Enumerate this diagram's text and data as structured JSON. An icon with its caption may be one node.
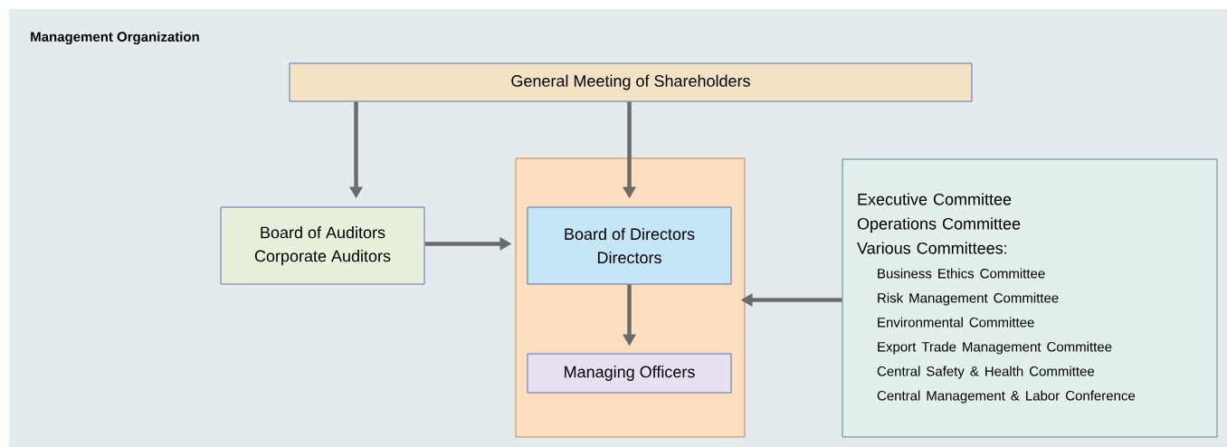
{
  "diagram": {
    "title": "Management Organization",
    "nodes": [
      {
        "text": [
          "General Meeting of Shareholders"
        ]
      },
      {
        "text": [
          "Board of Auditors",
          "Corporate Auditors"
        ]
      },
      {
        "text": [],
        "shape": "box"
      },
      {
        "text": [
          "Board of Directors",
          "Directors"
        ],
        "in": 2
      },
      {
        "text": [
          "Managing Officers"
        ],
        "in": 2
      },
      {
        "text": [
          "Executive Committee",
          "Operations Committee",
          "Various Committees:",
          "Business Ethics Committee",
          "Risk Management Committee",
          "Environmental Committee",
          "Export Trade Management Committee",
          "Central Safety & Health Committee",
          "Central Management & Labor Conference"
        ]
      }
    ],
    "edges": [
      {
        "from": 0,
        "to": 1,
        "arrow": "to"
      },
      {
        "from": 0,
        "to": 3,
        "arrow": "to"
      },
      {
        "from": 1,
        "to": 2,
        "arrow": "to"
      },
      {
        "from": 3,
        "to": 4,
        "arrow": "to"
      },
      {
        "from": 5,
        "to": 2,
        "arrow": "to"
      }
    ]
  }
}
